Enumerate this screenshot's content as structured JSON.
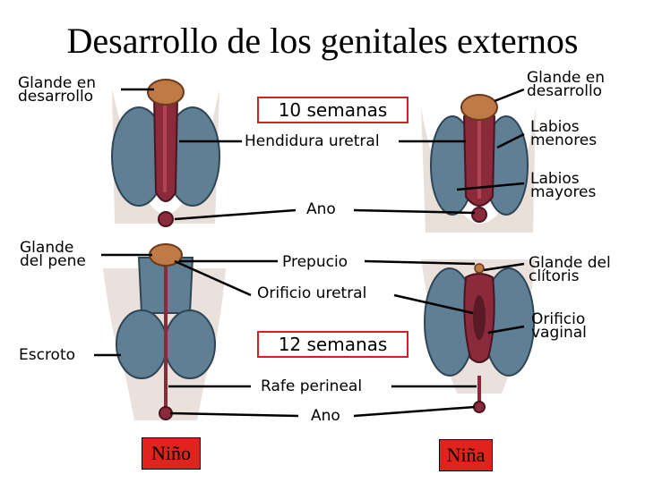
{
  "title": "Desarrollo de los genitales externos",
  "stages": {
    "week10": "10 semanas",
    "week12": "12 semanas"
  },
  "labels": {
    "glande_desarrollo_left_1": "Glande en",
    "glande_desarrollo_left_2": "desarrollo",
    "glande_desarrollo_right_1": "Glande en",
    "glande_desarrollo_right_2": "desarrollo",
    "hendidura": "Hendidura uretral",
    "labios_menores_1": "Labios",
    "labios_menores_2": "menores",
    "labios_mayores_1": "Labios",
    "labios_mayores_2": "mayores",
    "ano_top": "Ano",
    "glande_pene_1": "Glande",
    "glande_pene_2": "del pene",
    "prepucio": "Prepucio",
    "glande_clitoris_1": "Glande del",
    "glande_clitoris_2": "clítoris",
    "orificio_uretral": "Orificio uretral",
    "orificio_vaginal_1": "Orificio",
    "orificio_vaginal_2": "vaginal",
    "escroto": "Escroto",
    "rafe": "Rafe perineal",
    "ano_bottom": "Ano"
  },
  "sex": {
    "male": "Niño",
    "female": "Niña"
  },
  "colors": {
    "box_border": "#d42020",
    "sex_box_fill": "#e0231c",
    "tissue_blue": "#5f7f95",
    "tissue_dark": "#2e4556",
    "glans_orange": "#c07a45",
    "groove_red": "#8a2a3a"
  }
}
